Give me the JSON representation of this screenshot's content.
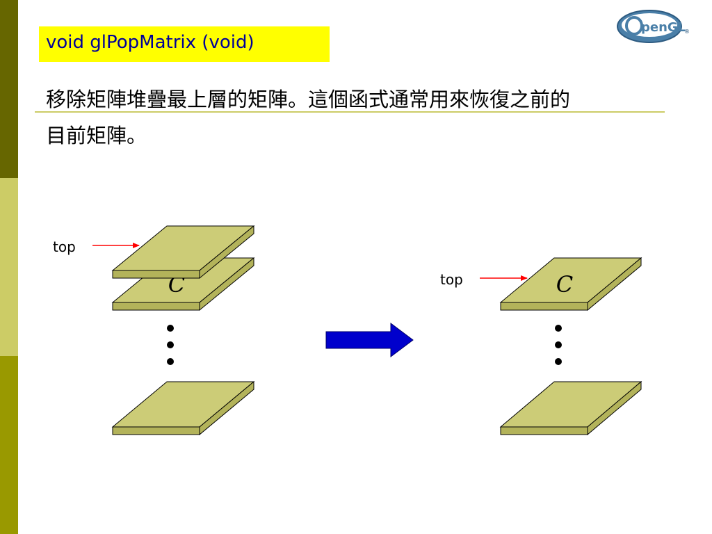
{
  "slide": {
    "title": "void glPopMatrix (void)",
    "body_line1": "移除矩陣堆疊最上層的矩陣。這個函式通常用來恢復之前的",
    "body_line2": "目前矩陣。"
  },
  "logo": {
    "text": "penGL",
    "registered": "®"
  },
  "diagram": {
    "before": {
      "pointer_label": "top",
      "matrix_label": "C"
    },
    "after": {
      "pointer_label": "top",
      "matrix_label": "C"
    },
    "transition_icon": "right-arrow-icon"
  },
  "colors": {
    "plate_top": "#cccc77",
    "plate_edge": "#b3b35a",
    "title_background": "#ffff00",
    "title_text": "#000099",
    "arrow": "#0000cc",
    "pointer": "#ff0000",
    "rule": "#cccc66"
  }
}
